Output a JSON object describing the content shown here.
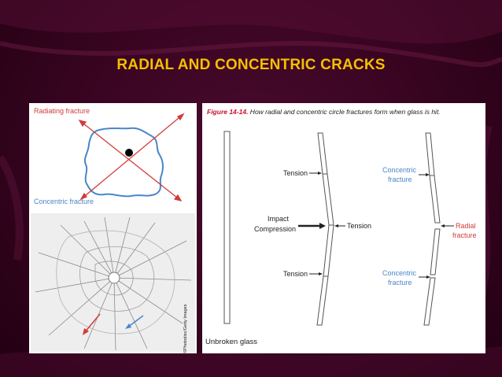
{
  "title": "RADIAL AND CONCENTRIC CRACKS",
  "left_figure": {
    "radiating_label": "Radiating fracture",
    "concentric_label": "Concentric fracture",
    "photo_credit": "©Photodisc/Getty Images"
  },
  "right_figure": {
    "caption_prefix": "Figure 14-14.",
    "caption_text": " How radial and concentric circle fractures form when glass is hit.",
    "tension_top": "Tension",
    "impact_line1": "Impact",
    "impact_line2": "Compression",
    "tension_mid": "Tension",
    "tension_bottom": "Tension",
    "concentric_top_1": "Concentric",
    "concentric_top_2": "fracture",
    "radial_1": "Radial",
    "radial_2": "fracture",
    "concentric_bottom_1": "Concentric",
    "concentric_bottom_2": "fracture",
    "unbroken": "Unbroken glass"
  },
  "colors": {
    "title": "#f5c000",
    "background": "#3a0522",
    "fracture_blue": "#4a86c8",
    "fracture_red": "#d23a3a",
    "caption_red": "#c8102e"
  }
}
